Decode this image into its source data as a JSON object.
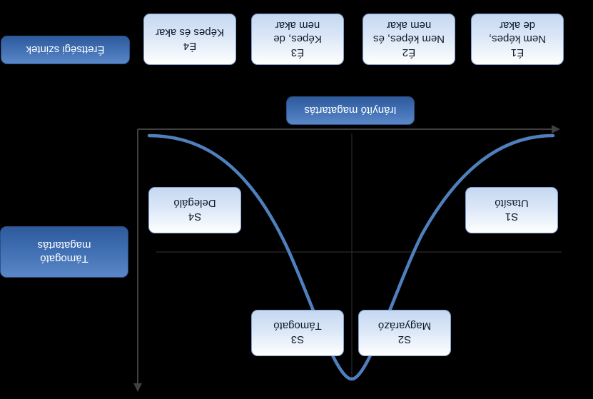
{
  "header": {
    "maturity_levels_label": "Érettségi  szintek",
    "levels": [
      {
        "code": "É1",
        "line1": "Nem képes,",
        "line2": "de akar"
      },
      {
        "code": "É2",
        "line1": "Nem képes, és",
        "line2": "nem akar"
      },
      {
        "code": "É3",
        "line1": "Képes, de",
        "line2": "nem akar"
      },
      {
        "code": "É4",
        "line1": "Képes és akar",
        "line2": ""
      }
    ]
  },
  "axes": {
    "directive_label": "Irányító magatartás",
    "supportive_label_line1": "Támogató",
    "supportive_label_line2": "magatartás"
  },
  "styles": [
    {
      "code": "S1",
      "name": "Utasító"
    },
    {
      "code": "S2",
      "name": "Magyarázó"
    },
    {
      "code": "S3",
      "name": "Támogató"
    },
    {
      "code": "S4",
      "name": "Delegáló"
    }
  ],
  "colors": {
    "background": "#000000",
    "curve": "#4f80bd",
    "axis": "#404040",
    "dark_box": "#3f6eb2",
    "light_box": "#dbe7f7"
  }
}
